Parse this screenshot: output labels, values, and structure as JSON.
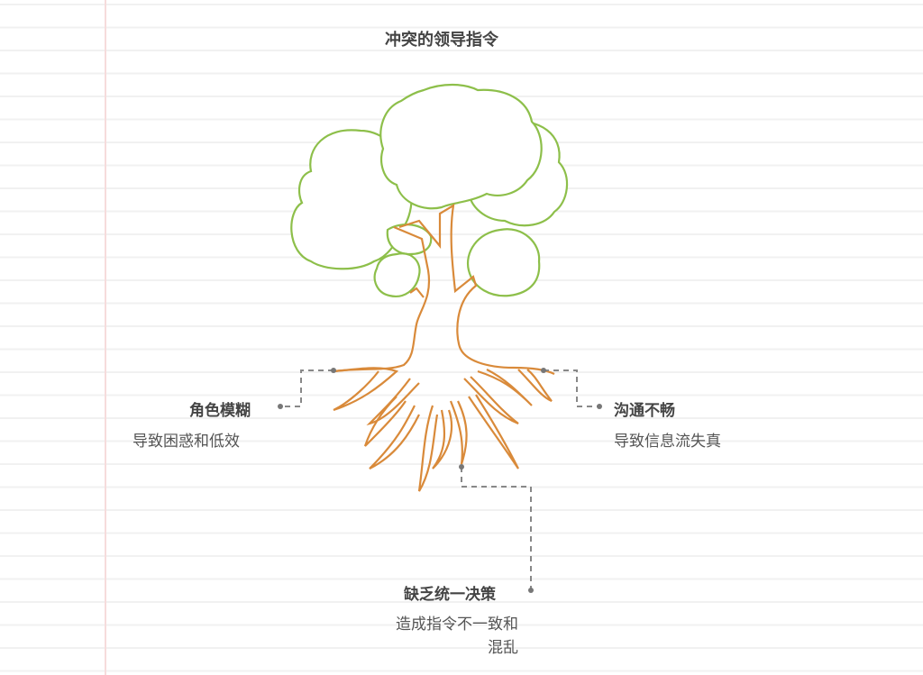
{
  "title": "冲突的领导指令",
  "colors": {
    "foliage": "#8dbf4a",
    "trunk": "#d98a3a",
    "connector": "#888888",
    "text_heading": "#444444",
    "text_body": "#555555",
    "ruled_line": "#f1f1f1",
    "margin_line": "#f6dcdc"
  },
  "callouts": [
    {
      "label": "角色模糊",
      "description": "导致困惑和低效"
    },
    {
      "label": "沟通不畅",
      "description": "导致信息流失真"
    },
    {
      "label": "缺乏统一决策",
      "description_line1": "造成指令不一致和",
      "description_line2": "混乱"
    }
  ]
}
